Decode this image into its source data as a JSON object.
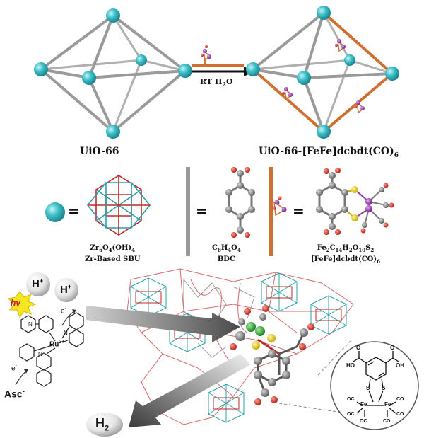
{
  "labels": {
    "uio66": "UiO-66",
    "uio66_fefe": "UiO-66-[FeFe]dcbdt(CO)",
    "uio66_fefe_sub": "6",
    "reaction_conditions": "RT   H",
    "reaction_sub": "2",
    "reaction_tail": "O",
    "equals": "=",
    "sbu_formula": "Zr",
    "sbu_line2": "Zr-Based SBU",
    "bdc_formula": "C",
    "bdc_line2": "BDC",
    "fefe_formula": "Fe",
    "fefe_line2": "[FeFe]dcbdt(CO)",
    "hv": "hv",
    "h_plus": "H",
    "plus": "+",
    "e_minus": "e",
    "minus": "-",
    "ru": "Ru",
    "ru_charge": "2+",
    "asc": "Asc",
    "h2": "H",
    "h2_sub": "2",
    "ho": "HO",
    "oh": "OH",
    "o": "O",
    "s": "S",
    "fe": "Fe",
    "oc": "OC",
    "co": "CO",
    "n": "N"
  },
  "formula_parts": {
    "sbu": [
      "Zr",
      "6",
      "O",
      "4",
      "(OH)",
      "4"
    ],
    "bdc": [
      "C",
      "8",
      "H",
      "4",
      "O",
      "4"
    ],
    "fefe": [
      "Fe",
      "2",
      "C",
      "14",
      "H",
      "2",
      "O",
      "10",
      "S",
      "2"
    ],
    "fefe_line2_sub": "6"
  },
  "colors": {
    "node": "#3cc0c9",
    "linker_gray": "#9a9a9a",
    "linker_orange": "#d07030",
    "cube_red": "#c0282a",
    "cube_teal": "#2aa0a8",
    "fe_purple": "#8a3aa0",
    "sulfur": "#e8d020",
    "oxygen": "#d83020",
    "carbon": "#707070"
  }
}
